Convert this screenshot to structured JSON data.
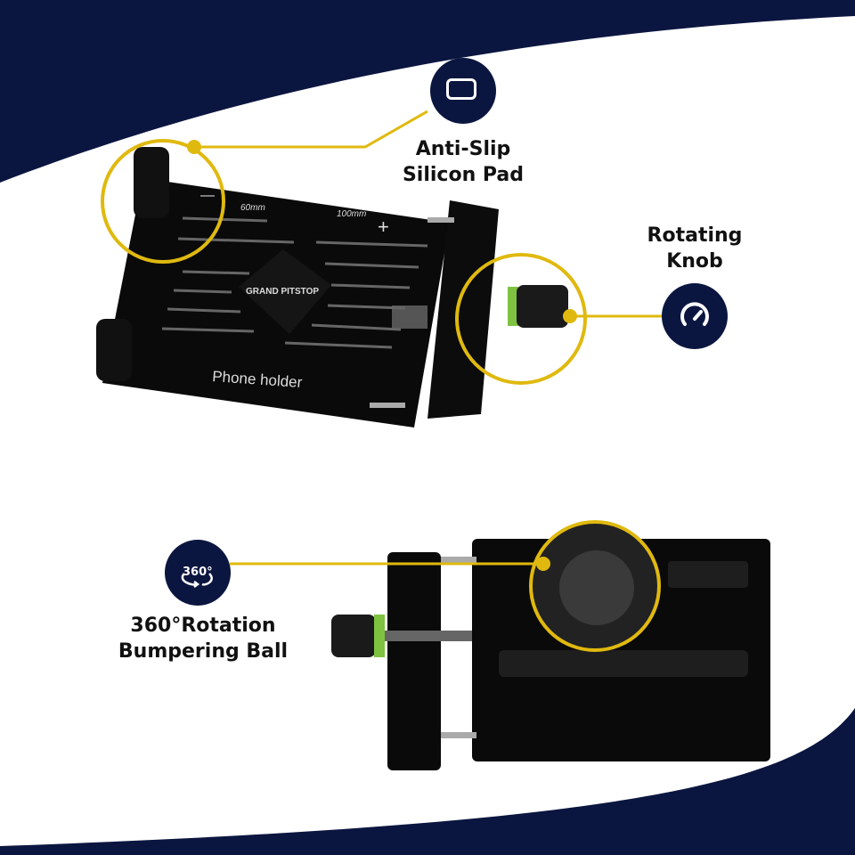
{
  "features": [
    {
      "title_line1": "Anti-Slip",
      "title_line2": "Silicon Pad",
      "icon": "rounded-rectangle-icon"
    },
    {
      "title_line1": "Rotating",
      "title_line2": "Knob",
      "icon": "gauge-icon"
    },
    {
      "title_line1": "360°Rotation",
      "title_line2": "Bumpering Ball",
      "icon": "rotate-360-icon",
      "icon_text": "360°"
    }
  ],
  "product": {
    "brand": "GRAND PITSTOP",
    "engraving": "Phone holder",
    "min_width": "60mm",
    "max_width": "100mm",
    "minus_sign": "—",
    "plus_sign": "+"
  },
  "colors": {
    "navy": "#0b1640",
    "accent_yellow": "#e0b90f",
    "product_black": "#0a0a0a",
    "knob_ring_green": "#7fc241"
  }
}
